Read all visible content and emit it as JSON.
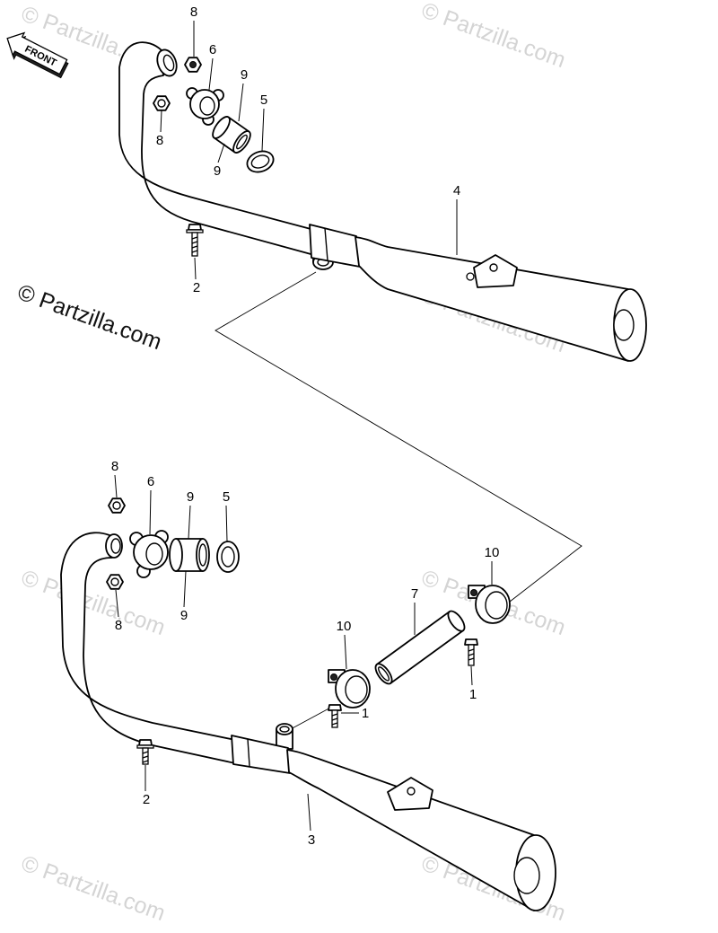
{
  "watermark": {
    "text": "© Partzilla.com"
  },
  "front_arrow": {
    "label": "FRONT"
  },
  "upper_assembly": {
    "callout_nut_top": "8",
    "callout_flange": "6",
    "callout_collar_top": "9",
    "callout_gasket": "5",
    "callout_nut_bottom": "8",
    "callout_collar_bottom": "9",
    "callout_muffler": "4",
    "callout_bolt": "2"
  },
  "lower_assembly": {
    "callout_nut_top": "8",
    "callout_flange": "6",
    "callout_collar_top": "9",
    "callout_gasket": "5",
    "callout_collar_bottom": "9",
    "callout_nut_bottom": "8",
    "callout_clamp_right": "10",
    "callout_tube": "7",
    "callout_clamp_left": "10",
    "callout_bolt_right": "1",
    "callout_bolt_left": "1",
    "callout_bolt": "2",
    "callout_muffler": "3"
  }
}
